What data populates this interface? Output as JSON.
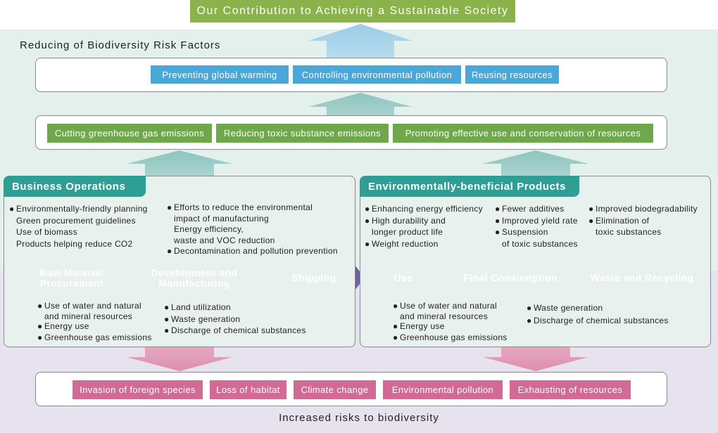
{
  "title": "Our Contribution to Achieving a Sustainable Society",
  "risk_factors_label": "Reducing of Biodiversity Risk Factors",
  "top_goals": [
    "Preventing global warming",
    "Controlling environmental pollution",
    "Reusing resources"
  ],
  "mid_goals": [
    "Cutting greenhouse gas emissions",
    "Reducing toxic substance emissions",
    "Promoting effective use and conservation of resources"
  ],
  "business_operations": {
    "header": "Business Operations",
    "col1": {
      "head": "Environmentally-friendly planning",
      "items": [
        "Green procurement guidelines",
        "Use of biomass",
        "Products helping reduce CO2"
      ]
    },
    "col2": {
      "head1": "Efforts to reduce the environmental",
      "head2": "impact of manufacturing",
      "items": [
        "Energy efficiency,",
        "waste and VOC reduction"
      ],
      "extra": "Decontamination and pollution prevention"
    },
    "impacts1": [
      "Use of water and natural",
      "and mineral resources",
      "Energy use",
      "Greenhouse gas emissions"
    ],
    "impacts2": [
      "Land utilization",
      "Waste generation",
      "Discharge of chemical substances"
    ]
  },
  "products": {
    "header": "Environmentally-beneficial Products",
    "col1": [
      "Enhancing energy efficiency",
      "High durability and",
      "longer product life",
      "Weight reduction"
    ],
    "col2": [
      "Fewer additives",
      "Improved yield rate",
      "Suspension",
      "of toxic substances"
    ],
    "col3": [
      "Improved biodegradability",
      "Elimination of",
      "toxic substances"
    ],
    "impacts1": [
      "Use of water and natural",
      "and mineral resources",
      "Energy use",
      "Greenhouse gas emissions"
    ],
    "impacts2": [
      "Waste generation",
      "Discharge of chemical substances"
    ]
  },
  "stages": [
    {
      "line1": "Raw Material",
      "line2": "Procurement"
    },
    {
      "line1": "Development and",
      "line2": "Manufacturing"
    },
    {
      "line1": "Shipping",
      "line2": ""
    },
    {
      "line1": "Use",
      "line2": ""
    },
    {
      "line1": "Final Consumption",
      "line2": ""
    },
    {
      "line1": "Waste and Recycling",
      "line2": ""
    }
  ],
  "risks": [
    "Invasion of foreign species",
    "Loss of habitat",
    "Climate change",
    "Environmental pollution",
    "Exhausting of resources"
  ],
  "bottom_label": "Increased risks to biodiversity",
  "colors": {
    "title_green": "#8cb24c",
    "blue": "#4aa8d8",
    "green": "#6fa84c",
    "teal": "#2f9f96",
    "purple": "#7a6aa6",
    "pink": "#d26a95"
  }
}
